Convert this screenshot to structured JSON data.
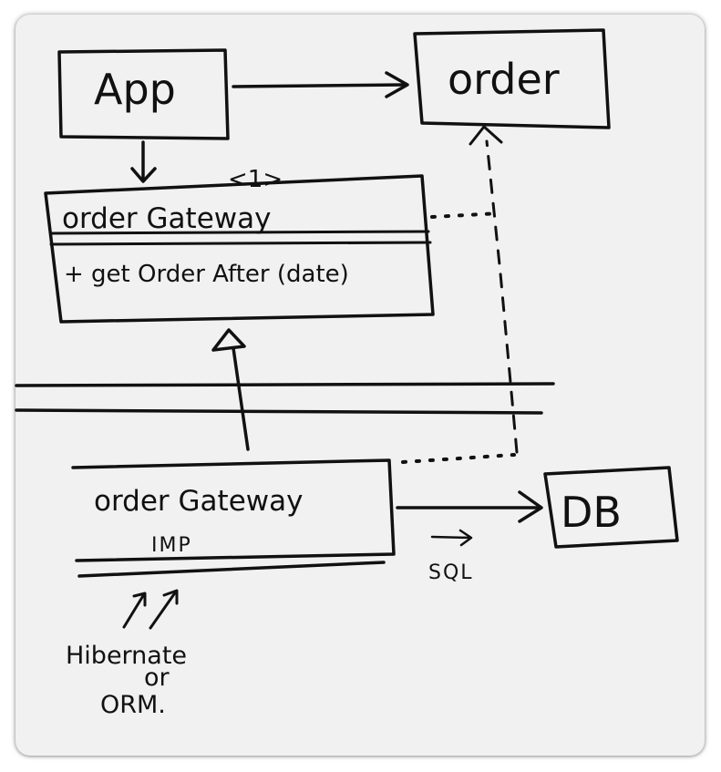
{
  "diagram": {
    "nodes": {
      "app": {
        "label": "App"
      },
      "order": {
        "label": "order"
      },
      "gateway": {
        "stereotype": "<1>",
        "name": "order Gateway",
        "method": "+ get Order After (date)"
      },
      "gateway_impl": {
        "name": "order Gateway",
        "suffix": "IMP"
      },
      "db": {
        "label": "DB"
      }
    },
    "edge_labels": {
      "sql": "SQL"
    },
    "annotation": {
      "lines": [
        "Hibernate",
        "or",
        "ORM."
      ]
    },
    "colors": {
      "ink": "#111111",
      "paper": "#f1f1f1"
    }
  }
}
